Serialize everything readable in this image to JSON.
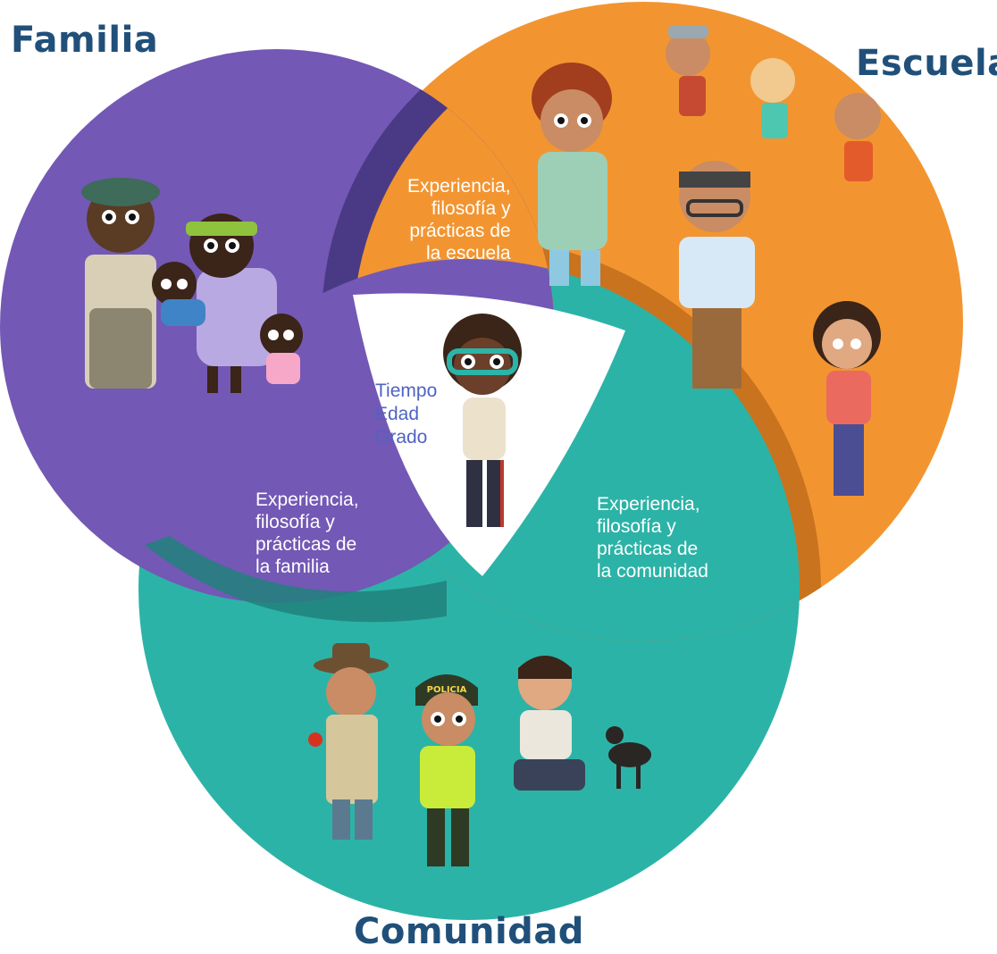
{
  "titles": {
    "familia": "Familia",
    "escuela": "Escuela",
    "comunidad": "Comunidad"
  },
  "familia_text": [
    "Experiencia,",
    "filosofía y",
    "prácticas de",
    "la familia"
  ],
  "escuela_text": [
    "Experiencia,",
    "filosofía y",
    "prácticas de",
    "la escuela"
  ],
  "comunidad_text": [
    "Experiencia,",
    "filosofía y",
    "prácticas de",
    "la comunidad"
  ],
  "center_text": [
    "Tiempo",
    "Edad",
    "Grado"
  ],
  "badge_text": "POLICIA",
  "colors": {
    "familia": "#7358b5",
    "familia_dark": "#4a3a85",
    "escuela": "#f29531",
    "escuela_dark": "#c9731f",
    "comunidad": "#2cb3a7",
    "comunidad_dark": "#21817b",
    "title": "#20507a",
    "center_label": "#4f63c4"
  }
}
